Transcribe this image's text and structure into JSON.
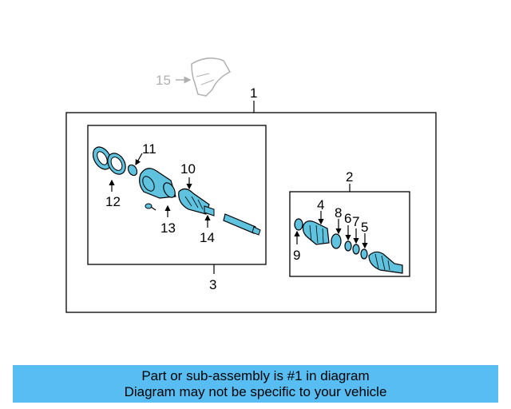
{
  "diagram": {
    "callouts": {
      "c1": "1",
      "c2": "2",
      "c3": "3",
      "c4": "4",
      "c5": "5",
      "c6": "6",
      "c7": "7",
      "c8": "8",
      "c9": "9",
      "c10": "10",
      "c11": "11",
      "c12": "12",
      "c13": "13",
      "c14": "14",
      "c15": "15"
    },
    "colors": {
      "part_fill": "#5fc3e0",
      "outline": "#000000",
      "faded": "#b0b0b0",
      "banner": "#58bdf2"
    }
  },
  "banner": {
    "line1": "Part or sub-assembly is #1 in diagram",
    "line2": "Diagram may not be specific to your vehicle"
  }
}
